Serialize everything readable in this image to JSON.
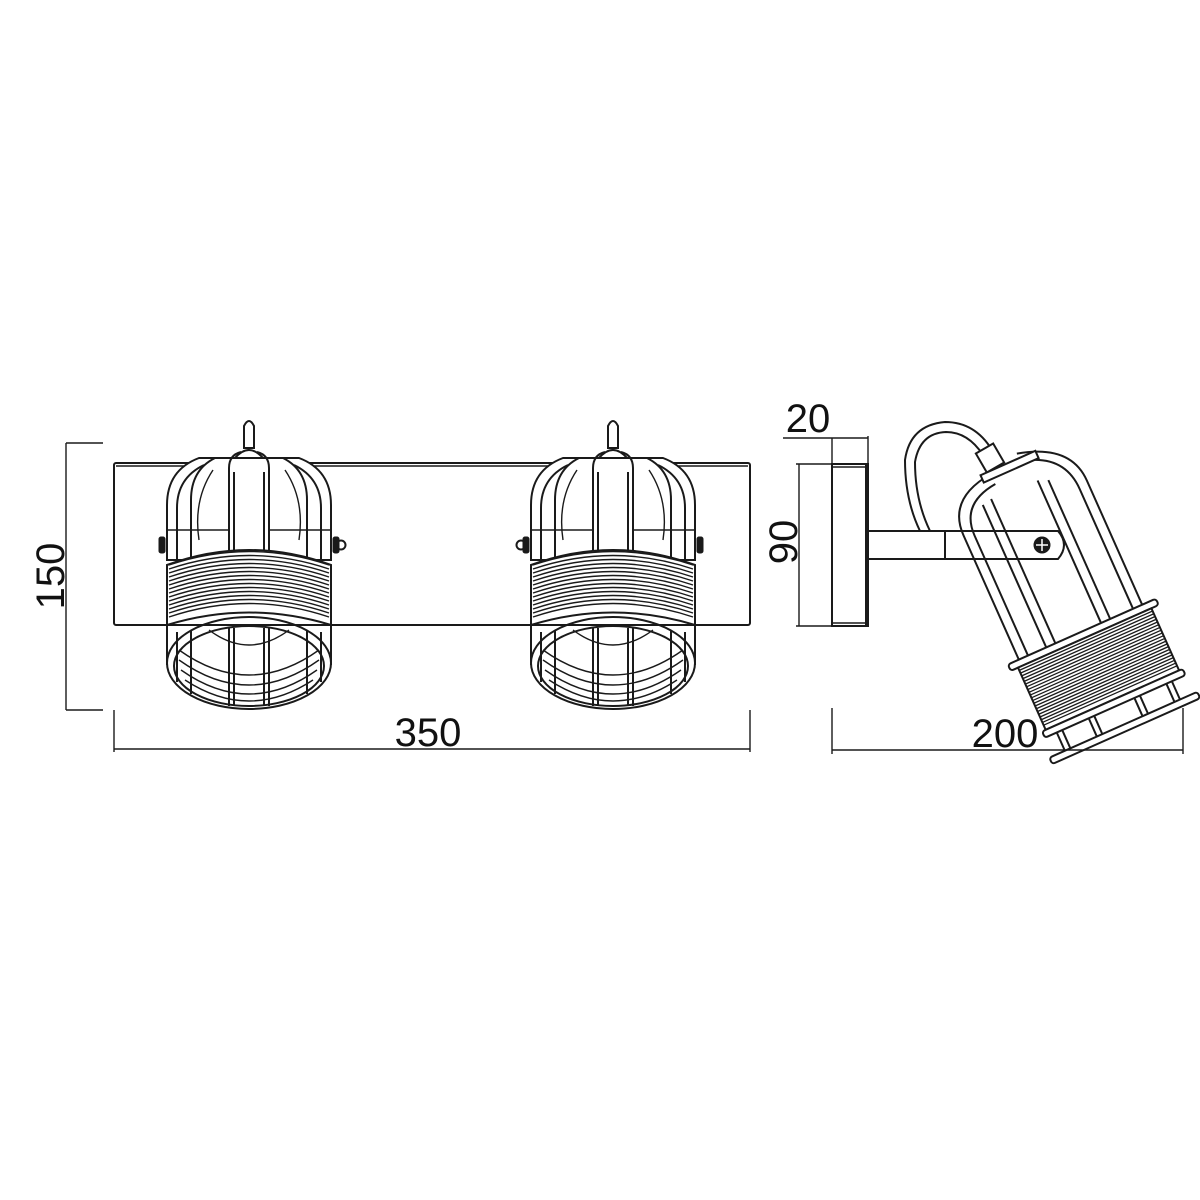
{
  "drawing": {
    "subject": "Twin wall spotlight with wire cage shades",
    "line_color": "#1a1a1a",
    "background_color": "#ffffff",
    "views": [
      {
        "name": "front-view",
        "shades": 2
      },
      {
        "name": "side-view",
        "shades": 1
      }
    ]
  },
  "dimensions": {
    "height_total": "150",
    "width_backplate": "350",
    "depth_backplate": "20",
    "height_backplate": "90",
    "projection": "200"
  }
}
